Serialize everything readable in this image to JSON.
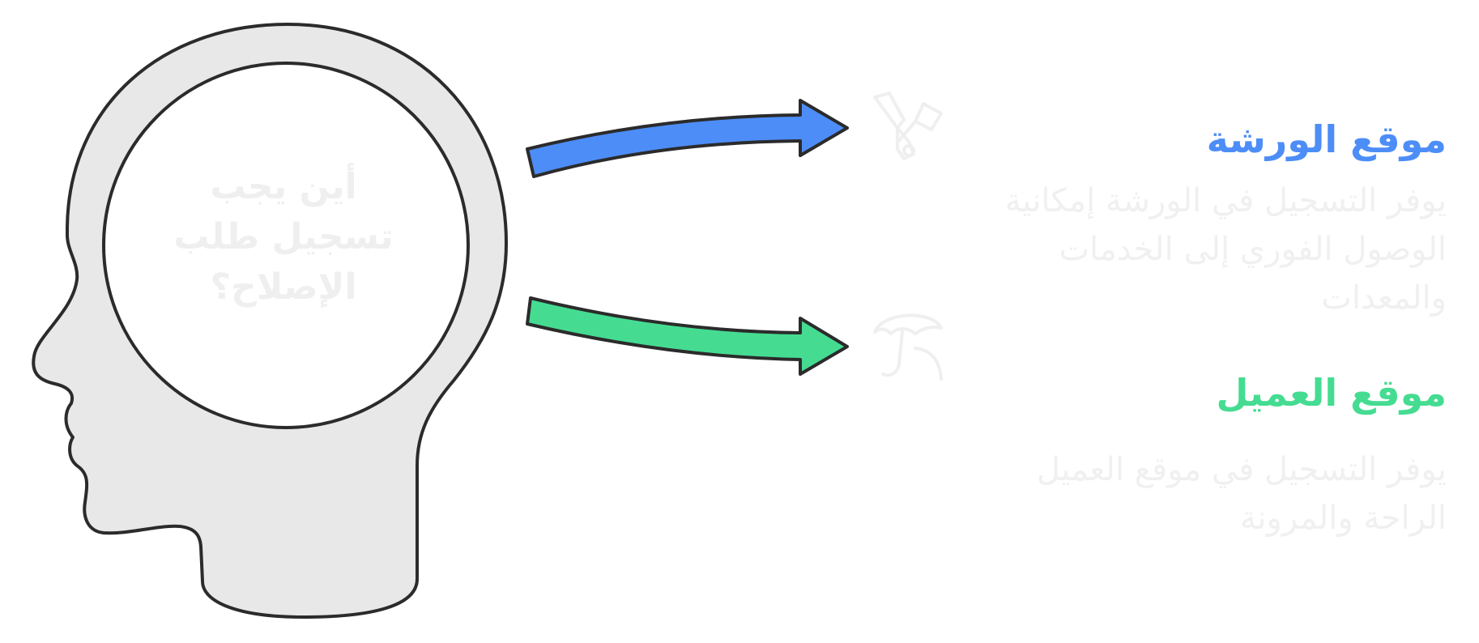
{
  "question": {
    "text": "أين يجب\nتسجيل طلب\nالإصلاح؟"
  },
  "options": [
    {
      "title": "موقع الورشة",
      "description": "يوفر التسجيل في الورشة إمكانية الوصول الفوري إلى الخدمات والمعدات",
      "color": "#4d8df7",
      "icon": "tools-icon"
    },
    {
      "title": "موقع العميل",
      "description": "يوفر التسجيل في موقع العميل الراحة والمرونة",
      "color": "#45dc92",
      "icon": "umbrella-icon"
    }
  ],
  "colors": {
    "head_fill": "#e8e8e8",
    "outline": "#2b2b2b",
    "faint_text": "#efefef"
  }
}
